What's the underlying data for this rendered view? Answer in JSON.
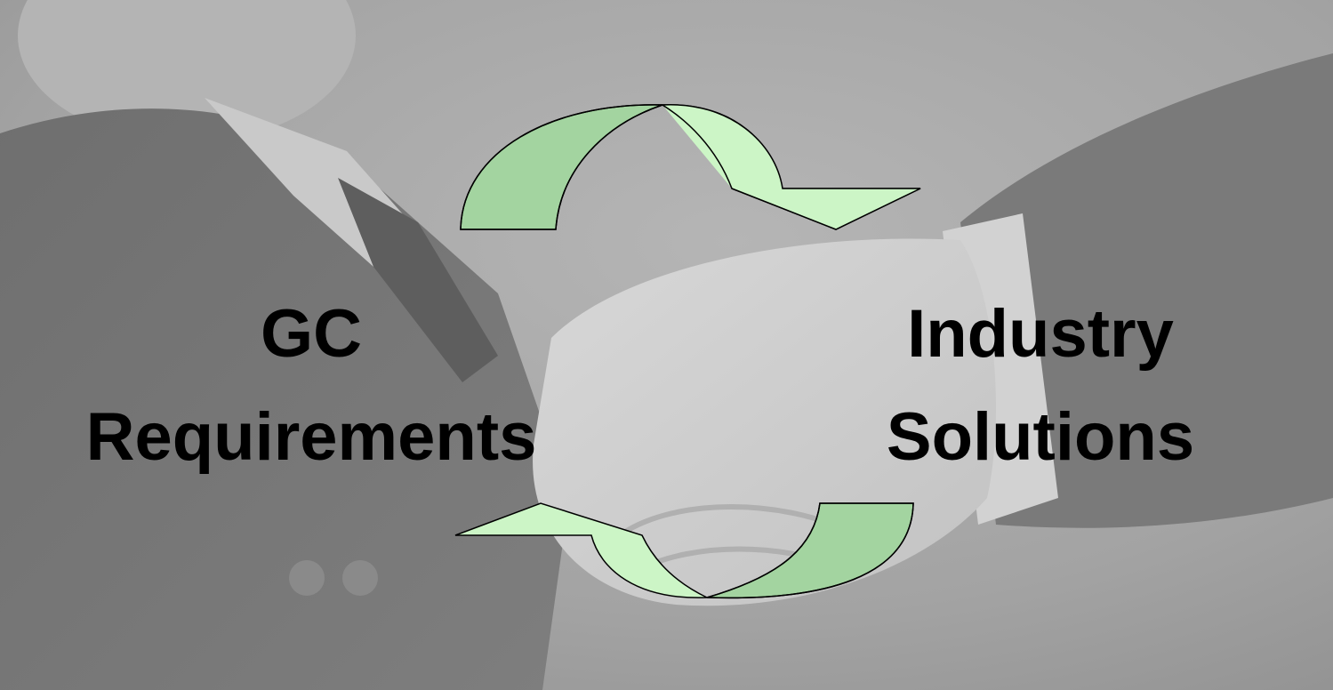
{
  "labels": {
    "left": {
      "line1": "GC",
      "line2": "Requirements"
    },
    "right": {
      "line1": "Industry",
      "line2": "Solutions"
    }
  },
  "arrows": {
    "fill_light": "#ccf5c6",
    "fill_dark": "#a3d4a0",
    "stroke": "#000000"
  },
  "background": {
    "description_icon": "handshake-photo",
    "tone": "#9a9a9a"
  }
}
